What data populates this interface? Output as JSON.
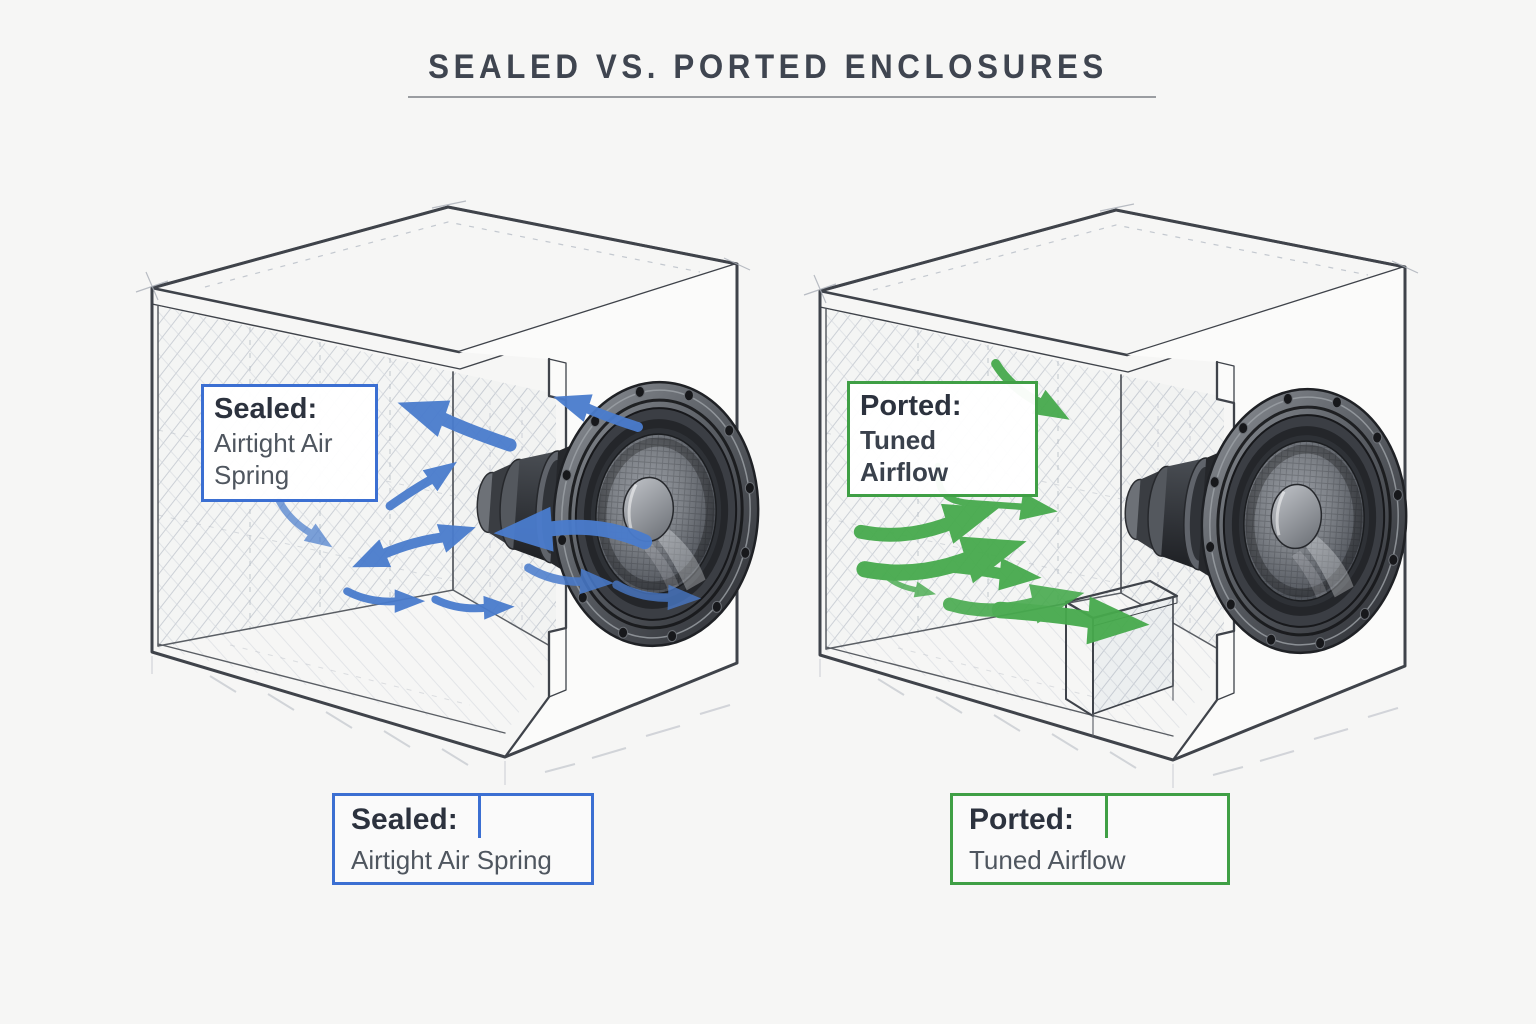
{
  "title": {
    "text": "SEALED VS. PORTED ENCLOSURES"
  },
  "colors": {
    "background": "#f6f6f5",
    "title_text": "#3f4550",
    "divider": "#8a8d92",
    "heading_text": "#2c323e",
    "body_text": "#4f565f",
    "sealed_accent": "#3b6fd2",
    "ported_accent": "#3f9f45",
    "sealed_arrow": "#4a7ccd",
    "ported_arrow": "#47aa4d",
    "sketch_line": "#3f434a"
  },
  "sealed": {
    "callout": {
      "heading": "Sealed:",
      "line1": "Airtight Air",
      "line2": "Spring"
    },
    "label": {
      "heading": "Sealed:",
      "description": "Airtight Air Spring"
    }
  },
  "ported": {
    "callout": {
      "heading": "Ported:",
      "line1": "Tuned Airflow"
    },
    "label": {
      "heading": "Ported:",
      "description": "Tuned Airflow"
    }
  }
}
